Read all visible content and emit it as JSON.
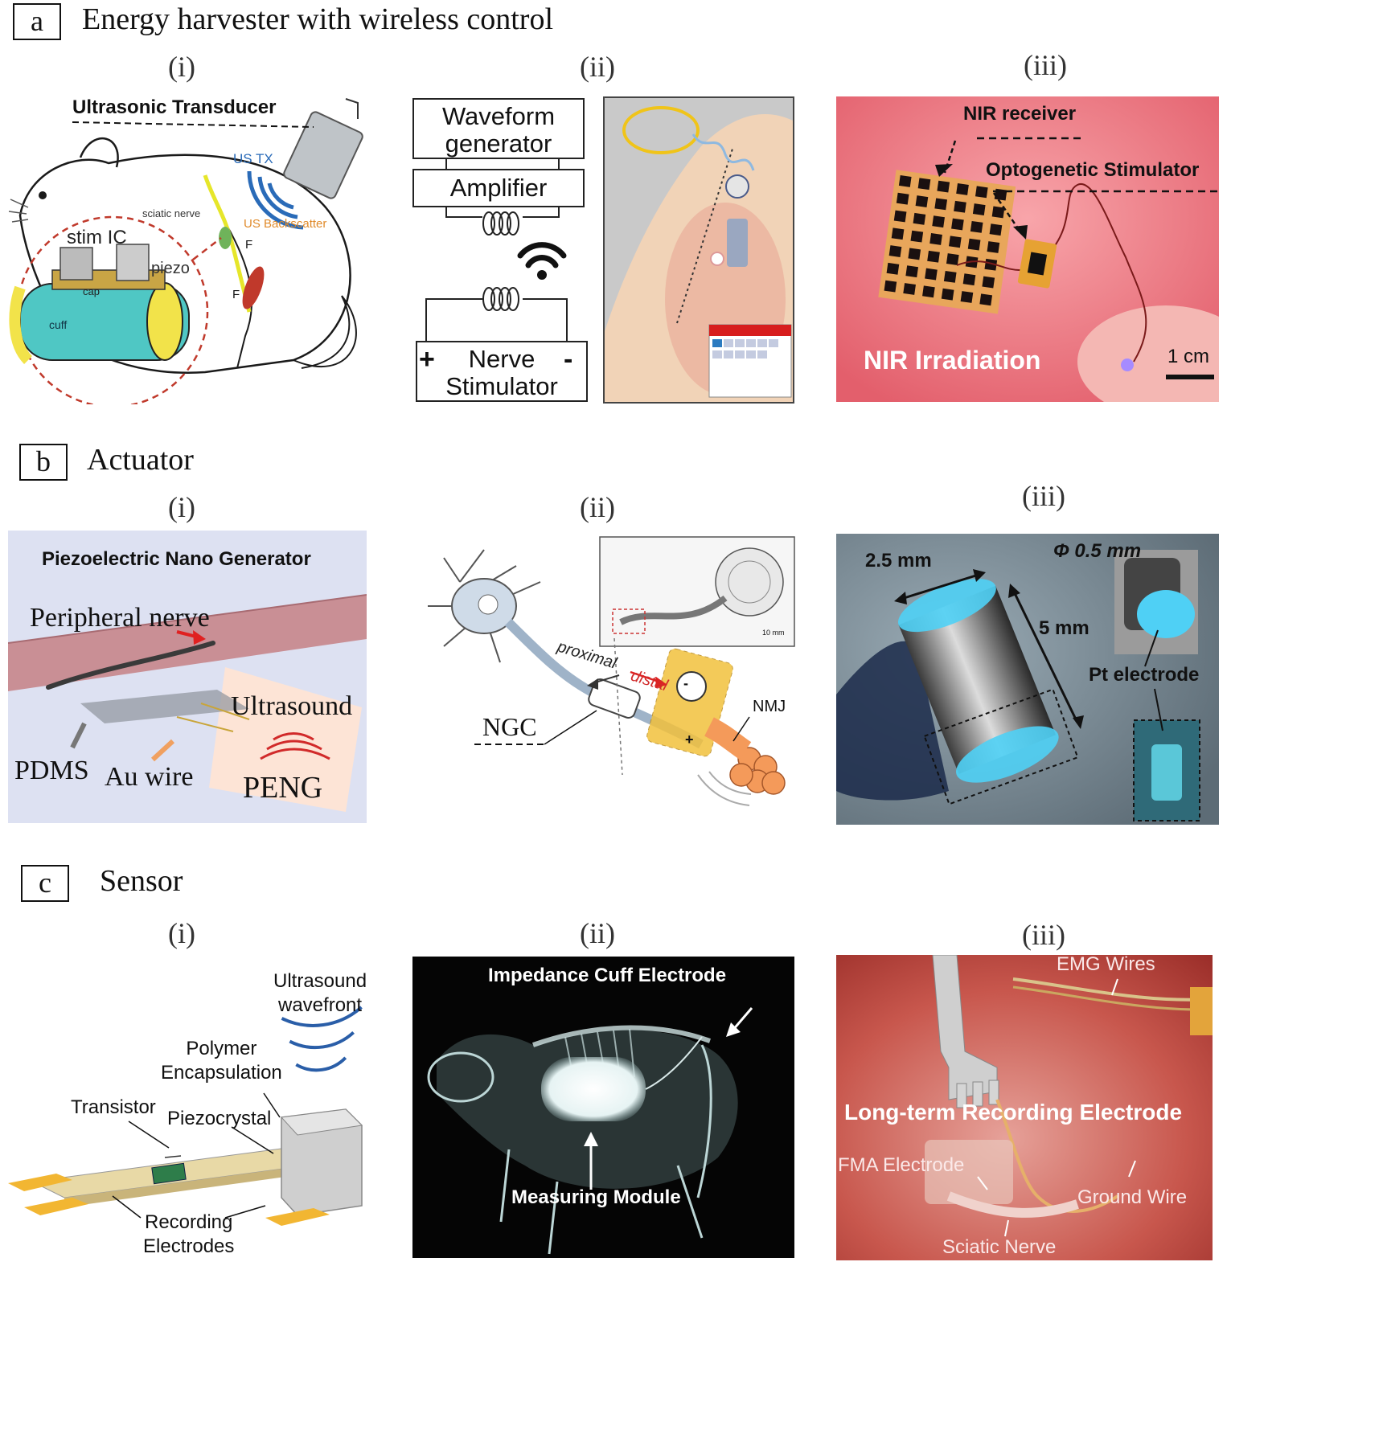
{
  "sections": {
    "a": {
      "letter": "a",
      "title": "Energy harvester with wireless control"
    },
    "b": {
      "letter": "b",
      "title": "Actuator"
    },
    "c": {
      "letter": "c",
      "title": "Sensor"
    }
  },
  "sub": {
    "i": "(i)",
    "ii": "(ii)",
    "iii": "(iii)"
  },
  "a1": {
    "title": "Ultrasonic Transducer",
    "us_tx": "US TX",
    "sciatic": "sciatic nerve",
    "backscatter": "US Backscatter",
    "stim_ic": "stim IC",
    "piezo": "piezo",
    "cap": "cap",
    "cuff": "cuff",
    "f1": "F",
    "f2": "F"
  },
  "a2": {
    "waveform": [
      "Waveform",
      "generator"
    ],
    "amplifier": "Amplifier",
    "nerve": [
      "Nerve",
      "Stimulator"
    ],
    "plus": "+",
    "minus": "-"
  },
  "a3": {
    "receiver": "NIR receiver",
    "stimulator": "Optogenetic Stimulator",
    "irradiation": "NIR Irradiation",
    "scale": "1 cm"
  },
  "b1": {
    "title": "Piezoelectric Nano Generator",
    "nerve": "Peripheral nerve",
    "ultrasound": "Ultrasound",
    "pdms": "PDMS",
    "au": "Au wire",
    "peng": "PENG"
  },
  "b2": {
    "proximal": "proximal",
    "distal": "distal",
    "ngc": "NGC",
    "nmj": "NMJ",
    "scale": "10 mm",
    "plus": "+",
    "minus": "-"
  },
  "b3": {
    "d1": "2.5 mm",
    "d2": "5 mm",
    "phi": "Φ 0.5 mm",
    "pt": "Pt electrode"
  },
  "c1": {
    "wavefront": [
      "Ultrasound",
      "wavefront"
    ],
    "polymer": [
      "Polymer",
      "Encapsulation"
    ],
    "transistor": "Transistor",
    "piezo": "Piezocrystal",
    "electrodes": [
      "Recording",
      "Electrodes"
    ]
  },
  "c2": {
    "title": "Impedance Cuff Electrode",
    "module": "Measuring Module"
  },
  "c3": {
    "emg": "EMG Wires",
    "long": "Long-term Recording Electrode",
    "fma": "FMA Electrode",
    "ground": "Ground Wire",
    "sciatic": "Sciatic Nerve"
  },
  "colors": {
    "mouse_outline": "#1a1a1a",
    "cuff_teal": "#4fc7c4",
    "cuff_yellow": "#f2e34a",
    "nir_bg": "#f07a83",
    "nerve_pink": "#c98f95",
    "xray_bg": "#050505",
    "surgery_red": "#c2453e"
  }
}
